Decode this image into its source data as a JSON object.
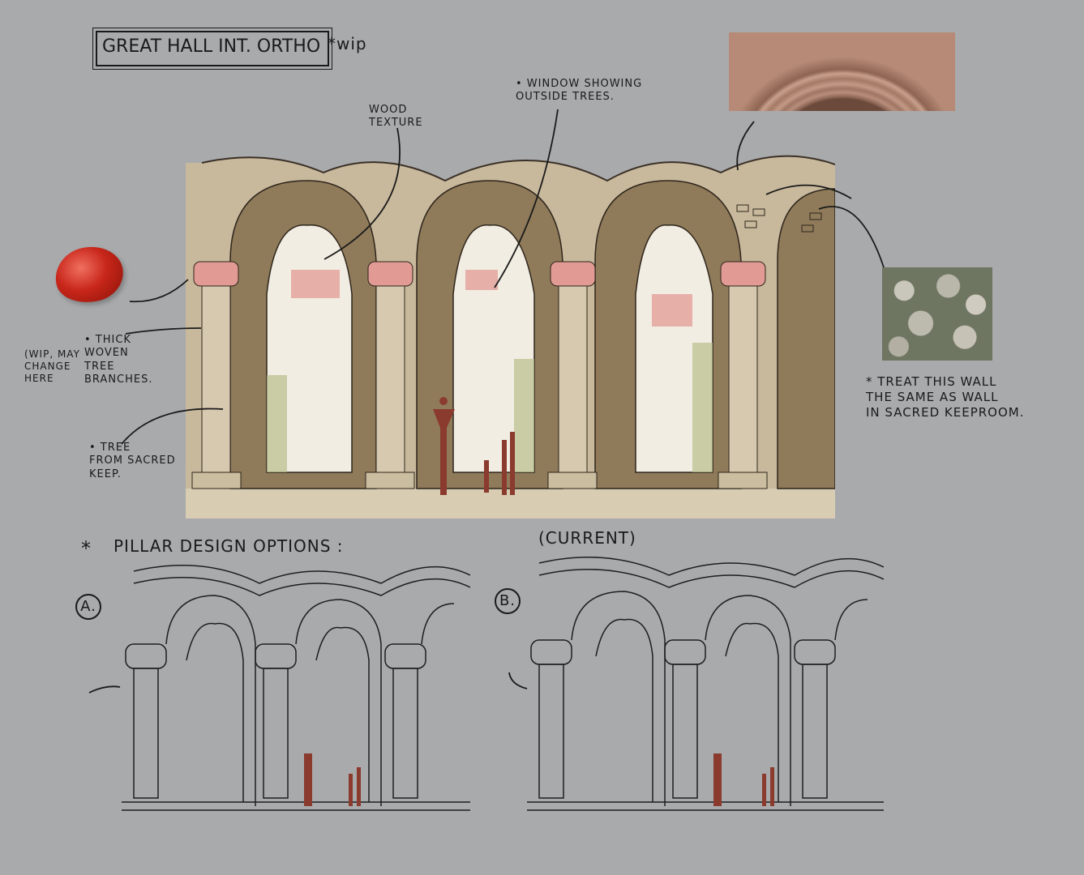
{
  "title": "GREAT HALL INT. ORTHO",
  "title_suffix": "*WIP",
  "annotations": {
    "wood_texture": "WOOD\nTEXTURE",
    "window": "• WINDOW SHOWING\nOUTSIDE TREES.",
    "thick_woven": "• THICK\nWOVEN\nTREE\nBRANCHES.",
    "wip_may_change": "(WIP, MAY\nCHANGE\nHERE",
    "tree_sacred": "• TREE\nFROM SACRED\nKEEP.",
    "treat_wall": "* TREAT THIS WALL\nTHE SAME AS WALL\nIN SACRED KEEPROOM."
  },
  "section": {
    "pillar_options": "PILLAR DESIGN OPTIONS :",
    "marker": "*",
    "option_a": "A.",
    "option_b": "B.",
    "current": "(CURRENT)"
  },
  "references": {
    "arch_photo": "arch-stone-reference",
    "gem_photo": "red-gemstone-reference",
    "stone_photo": "stone-wall-reference"
  },
  "colors": {
    "background": "#a9aaac",
    "wall": "#c9b99c",
    "arch_inner": "#8f7a5a",
    "window_light": "#f2ede2",
    "pink_capital": "#e29a94",
    "figure": "#8b3a2e",
    "green": "#b8bd8c"
  }
}
